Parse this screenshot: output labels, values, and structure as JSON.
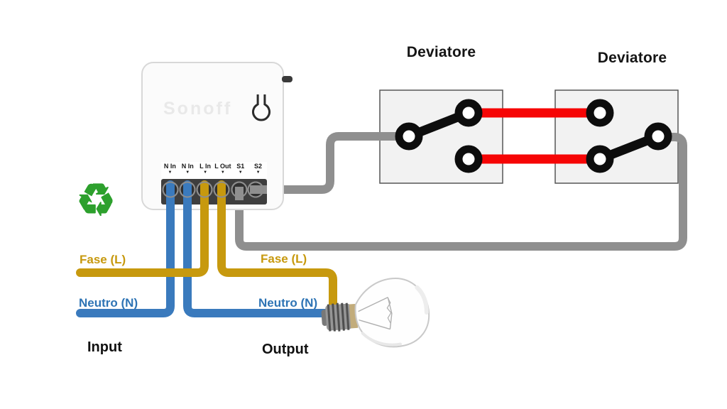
{
  "colors": {
    "fase": "#C7990E",
    "neutro_text": "#2E74B5",
    "neutro_wire": "#3A7ABD",
    "gray_wire": "#8F8F8F",
    "red_wire": "#F60505",
    "switch_black": "#0D0D0D",
    "box_fill": "#F2F2F2",
    "box_border": "#565656",
    "device_fill": "#FBFBFB",
    "device_border": "#D8D8D8",
    "terminal_block": "#3E3E3E",
    "recycle_green": "#2DA02D"
  },
  "device": {
    "logo": "Sonoff",
    "terminals": [
      "N In",
      "N In",
      "L In",
      "L Out",
      "S1",
      "S2"
    ],
    "arrow": "▼"
  },
  "switches": {
    "left_title": "Deviatore",
    "right_title": "Deviatore"
  },
  "labels": {
    "fase_input": "Fase (L)",
    "neutro_input": "Neutro (N)",
    "input": "Input",
    "fase_output": "Fase (L)",
    "neutro_output": "Neutro (N)",
    "output": "Output"
  },
  "icons": {
    "recycle": "♻"
  }
}
